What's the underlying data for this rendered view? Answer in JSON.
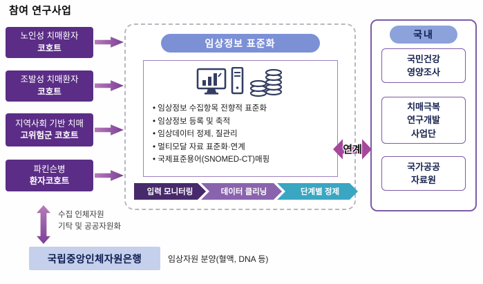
{
  "title": "참여 연구사업",
  "cohorts": [
    {
      "lines": [
        "노인성 치매환자",
        "코호트"
      ]
    },
    {
      "lines": [
        "조발성 치매환자",
        "코호트"
      ]
    },
    {
      "lines": [
        "지역사회 기반 치매",
        "고위험군 코호트"
      ]
    },
    {
      "lines": [
        "파킨슨병",
        "환자코호트"
      ]
    }
  ],
  "center": {
    "header": "임상정보 표준화",
    "bullets": [
      "임상정보 수집항목 전향적 표준화",
      "임상정보 등록 및 축적",
      "임상데이터 정제, 질관리",
      "멀티모달 자료 표준화·연계",
      "국제표준용어(SNOMED-CT)매핑"
    ],
    "ribbons": [
      {
        "label": "입력 모니터링",
        "color": "#472a6b"
      },
      {
        "label": "데이터 클리닝",
        "color": "#8a63ad"
      },
      {
        "label": "단계별 정제",
        "color": "#3aa6c2"
      }
    ],
    "icons": [
      "monitor-chart-icon",
      "pc-tower-icon",
      "coin-stack-icon"
    ]
  },
  "link": {
    "label": "연계"
  },
  "domestic": {
    "header": "국내",
    "items": [
      {
        "lines": [
          "국민건강",
          "영양조사",
          ""
        ]
      },
      {
        "lines": [
          "치매극복",
          "연구개발",
          "사업단"
        ]
      },
      {
        "lines": [
          "국가공공",
          "자료원",
          ""
        ]
      }
    ]
  },
  "bottom": {
    "note_lines": [
      "수집 인체자원",
      "기탁 및 공공자원화"
    ],
    "bank_label": "국립중앙인체자원은행",
    "bank_note": "임상자원 분양(혈액, DNA 등)"
  },
  "colors": {
    "cohort_box": "#5b2d86",
    "flow_arrow": "#8a4fa0",
    "panel_header_bg": "#7c90d6",
    "inner_border": "#9d82bf",
    "dashed_border": "#b7b7c0",
    "link_arrow": "#a5479b",
    "domestic_border": "#7c5ba5",
    "domestic_header_bg": "#8ba2da",
    "domestic_text": "#16224e",
    "bank_bg": "#c5d1ec",
    "icon_stroke": "#343e63"
  }
}
